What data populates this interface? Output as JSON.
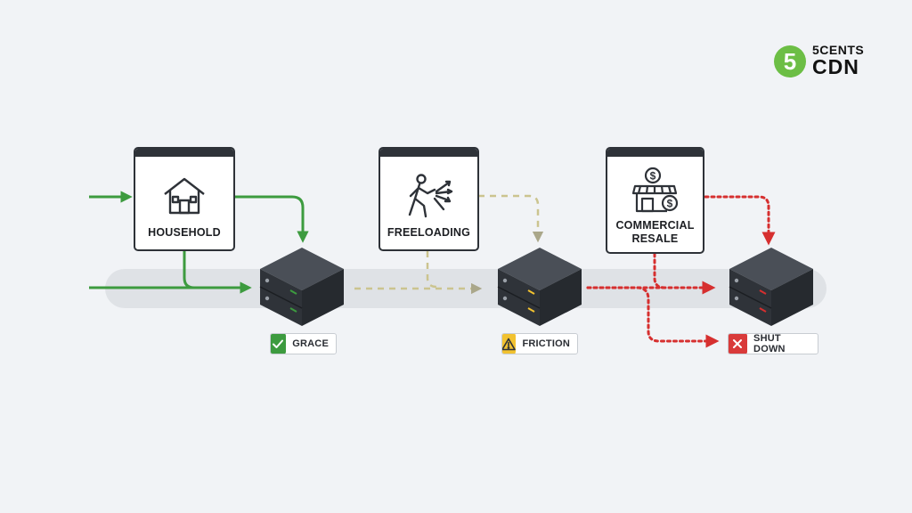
{
  "brand": {
    "number": "5",
    "line1": "5CENTS",
    "line2": "CDN"
  },
  "cards": [
    {
      "label": "HOUSEHOLD",
      "icon": "house-icon"
    },
    {
      "label": "FREELOADING",
      "icon": "freeloader-icon"
    },
    {
      "label_line1": "COMMERCIAL",
      "label_line2": "RESALE",
      "icon": "storefront-icon"
    }
  ],
  "statuses": [
    {
      "label": "GRACE",
      "icon": "check-icon",
      "color": "#3d9b3f"
    },
    {
      "label": "FRICTION",
      "icon": "warning-icon",
      "color": "#f2c230"
    },
    {
      "label": "SHUT DOWN",
      "icon": "close-icon",
      "color": "#d93a3a"
    }
  ],
  "colors": {
    "green": "#3d9b3f",
    "khaki": "#b9b27e",
    "red": "#d62f2f",
    "server": "#34383f",
    "track": "#dfe2e6",
    "ink": "#2e3238",
    "logo_green": "#6cbe45"
  }
}
